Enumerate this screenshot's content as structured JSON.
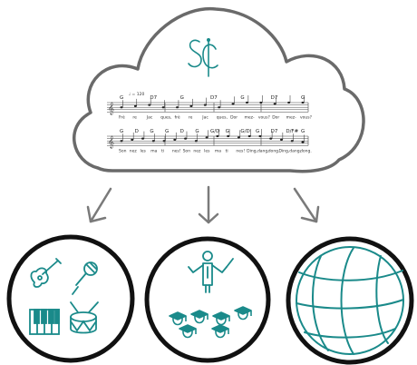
{
  "logo": {
    "monogram": "SC"
  },
  "sheet_music": {
    "tempo": "♩ = 120",
    "staff1": {
      "chords": [
        "G",
        "D7",
        "G",
        "D7",
        "G",
        "D7",
        "G"
      ],
      "lyrics": [
        "Frè",
        "re",
        "Jac",
        "ques,",
        "frè",
        "re",
        "Jac",
        "ques,",
        "Dor",
        "mez-",
        "vous?",
        "Dor",
        "mez-",
        "vous?"
      ]
    },
    "staff2": {
      "chords": [
        "G",
        "D",
        "G",
        "G",
        "D",
        "G",
        "G/D",
        "G",
        "G/D",
        "G",
        "D7",
        "D/F#",
        "G"
      ],
      "lyrics": [
        "Son",
        "nez",
        "les",
        "ma",
        "ti",
        "nes!",
        "Son",
        "nez",
        "les",
        "ma",
        "ti",
        "nes!",
        "Ding,",
        "dang,",
        "dong.",
        "Ding,",
        "dang,",
        "dong."
      ]
    }
  },
  "colors": {
    "teal": "#1a8a8a",
    "cloud_outline": "#666666",
    "circle_outline": "#111111",
    "arrow": "#777777"
  },
  "icons": [
    "guitar-icon",
    "microphone-icon",
    "piano-keys-icon",
    "drum-icon",
    "conductor-icon",
    "graduates-icon",
    "globe-icon"
  ]
}
